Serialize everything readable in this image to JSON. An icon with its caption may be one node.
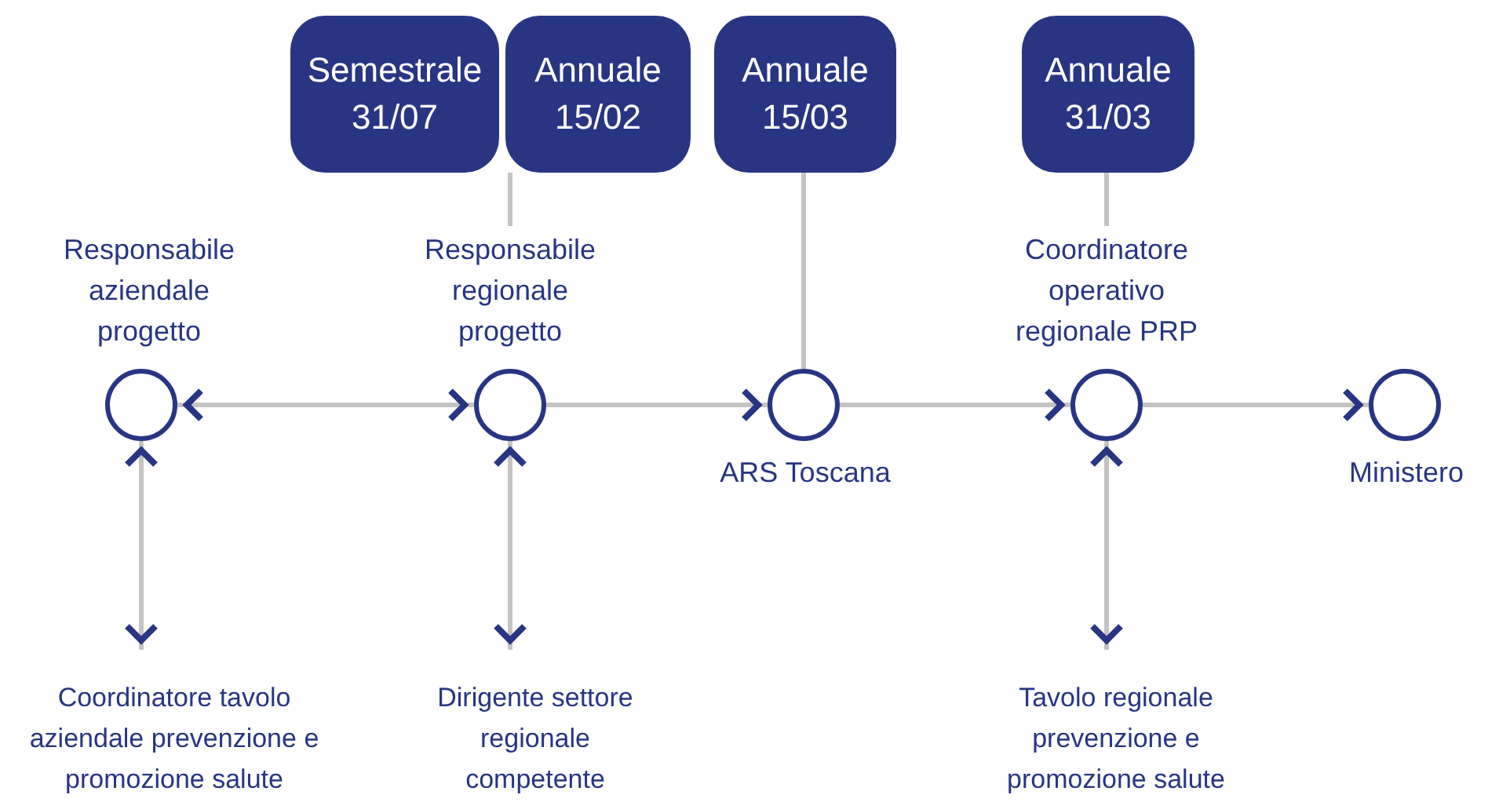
{
  "diagram": {
    "nodes": [
      {
        "text": [
          "Semestrale 31/07"
        ]
      },
      {
        "text": [
          "Annuale 15/02"
        ]
      },
      {
        "text": [
          "Annuale 15/03"
        ]
      },
      {
        "text": [
          "Annuale 31/03"
        ]
      },
      {
        "text": [],
        "shape": "circle",
        "beside": [
          "Responsabile aziendale progetto"
        ]
      },
      {
        "text": [],
        "shape": "circle",
        "beside": [
          "Responsabile regionale progetto"
        ]
      },
      {
        "text": [],
        "shape": "circle",
        "beside": [
          "ARS Toscana"
        ]
      },
      {
        "text": [],
        "shape": "circle",
        "beside": [
          "Coordinatore operativo regionale PRP"
        ]
      },
      {
        "text": [],
        "shape": "circle",
        "beside": [
          "Ministero"
        ]
      },
      {
        "text": [
          "Coordinatore tavolo aziendale prevenzione e promozione salute"
        ]
      },
      {
        "text": [
          "Dirigente settore regionale competente"
        ]
      },
      {
        "text": [
          "Tavolo regionale prevenzione e promozione salute"
        ]
      }
    ],
    "edges": [
      {
        "from": 4,
        "to": 5,
        "arrow": "both"
      },
      {
        "from": 5,
        "to": 6,
        "arrow": "to"
      },
      {
        "from": 6,
        "to": 7,
        "arrow": "to"
      },
      {
        "from": 7,
        "to": 8,
        "arrow": "to"
      },
      {
        "from": 4,
        "to": 9,
        "arrow": "both"
      },
      {
        "from": 5,
        "to": 10,
        "arrow": "both"
      },
      {
        "from": 7,
        "to": 11,
        "arrow": "both"
      },
      {
        "from": 1,
        "to": 5,
        "arrow": "none"
      },
      {
        "from": 2,
        "to": 6,
        "arrow": "none"
      },
      {
        "from": 3,
        "to": 7,
        "arrow": "none"
      }
    ]
  }
}
